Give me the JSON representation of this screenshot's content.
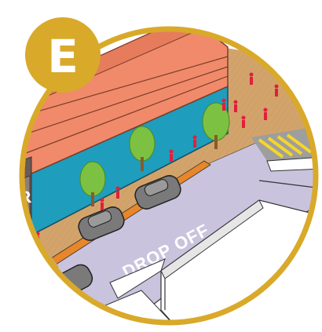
{
  "badge": {
    "letter": "E"
  },
  "road_marking": {
    "text": "DROP OFF"
  },
  "building_sign": {
    "text": "R"
  },
  "colors": {
    "frame_gold": "#D9A92A",
    "badge_gold": "#D9A92A",
    "road_lavender": "#C9C3DD",
    "sidewalk_tan": "#D2A46C",
    "curb_orange": "#E8862A",
    "roof_salmon": "#F08A6A",
    "glass_blue": "#1E9DBD",
    "tree_green": "#7CC142",
    "car_gray": "#7A7A7A",
    "people_red": "#E0203A",
    "crosswalk_yellow": "#F5D62A"
  }
}
